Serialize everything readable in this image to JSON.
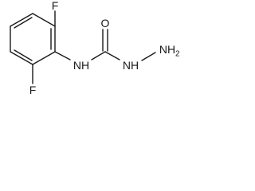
{
  "molecule": {
    "atoms": {
      "fluorine_top": "F",
      "fluorine_bottom": "F",
      "carbonyl_oxygen": "O",
      "amide_nh": "NH",
      "hydrazine_nh": "NH",
      "amine_n": "NH",
      "amine_subscript": "2"
    }
  }
}
